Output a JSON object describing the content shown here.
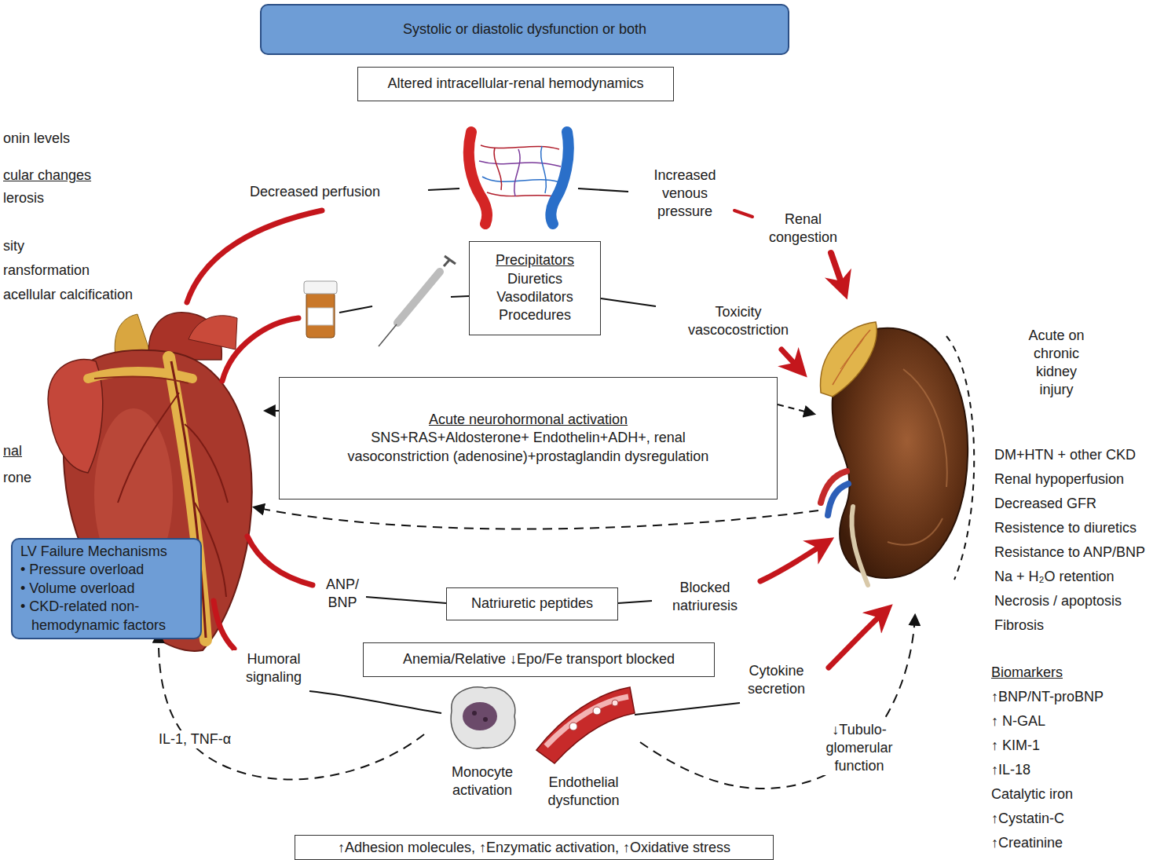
{
  "diagram": {
    "nodes": [
      {
        "text": [
          "Systolic or diastolic dysfunction or both"
        ]
      },
      {
        "text": [
          "Altered intracellular-renal hemodynamics"
        ]
      },
      {
        "text": [
          "Precipitators",
          "Diuretics Vasodilators Procedures"
        ]
      },
      {
        "text": [
          "Acute neurohormonal activation",
          "SNS+RAS+Aldosterone+ Endothelin+ADH+, renal vasoconstriction (adenosine)+prostaglandin dysregulation"
        ]
      },
      {
        "text": [
          "Natriuretic peptides"
        ]
      },
      {
        "text": [
          "Anemia/Relative ↓Epo/Fe transport blocked"
        ]
      },
      {
        "text": [
          "↑Adhesion molecules, ↑Enzymatic activation, ↑Oxidative stress"
        ]
      },
      {
        "text": [
          "LV Failure Mechanisms",
          "• Pressure overload",
          "• Volume overload",
          "• CKD-related non-hemodynamic factors"
        ]
      }
    ],
    "labels": [
      "onin levels",
      "cular changes",
      "lerosis",
      "sity",
      "ransformation",
      "acellular calcification",
      "nal",
      "rone",
      "Decreased perfusion",
      "Increased venous pressure",
      "Renal congestion",
      "Toxicity vascocostriction",
      "Acute on chronic kidney injury",
      "ANP/ BNP",
      "Blocked natriuresis",
      "Humoral signaling",
      "Cytokine secretion",
      "IL-1, TNF-α",
      "Monocyte activation",
      "Endothelial dysfunction",
      "↓Tubulo- glomerular function",
      "DM+HTN + other CKD",
      "Renal hypoperfusion",
      "Decreased GFR",
      "Resistence to diuretics",
      "Resistance to ANP/BNP",
      "Na + H₂O retention",
      "Necrosis / apoptosis",
      "Fibrosis",
      "Biomarkers",
      "↑BNP/NT-proBNP",
      "↑ N-GAL",
      "↑ KIM-1",
      "↑IL-18",
      "Catalytic iron",
      "↑Cystatin-C",
      "↑Creatinine"
    ]
  }
}
